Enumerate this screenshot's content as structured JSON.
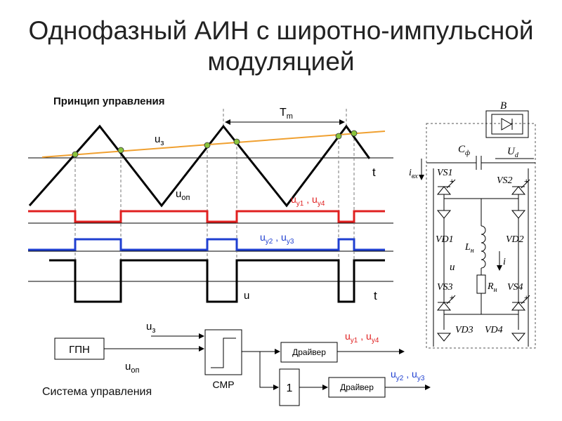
{
  "title": "Однофазный АИН с широтно-импульсной модуляцией",
  "waveforms": {
    "section_label": "Принцип управления",
    "period_label": "T",
    "period_sub": "m",
    "ref_label": "u",
    "ref_sub": "з",
    "carrier_label": "u",
    "carrier_sub": "оп",
    "s14_label": "u",
    "s14_sub1": "у1",
    "s14_sep": " , ",
    "s14_main2": "u",
    "s14_sub2": "у4",
    "s23_label": "u",
    "s23_sub1": "у2",
    "s23_sep": " , ",
    "s23_main2": "u",
    "s23_sub2": "у3",
    "out_label": "u",
    "t_label": "t",
    "colors": {
      "reference": "#f0a030",
      "marker": "#8ac43c",
      "s14": "#e02020",
      "s23": "#1f3fd0",
      "axis": "#000000"
    }
  },
  "control": {
    "gpn_label": "ГПН",
    "cmp_label": "CMP",
    "driver1_label": "Драйвер",
    "driver2_label": "Драйвер",
    "inverter_label": "1",
    "ref_label": "u",
    "ref_sub": "з",
    "carrier_label": "u",
    "carrier_sub": "оп",
    "out1_label": "u",
    "out1_sub1": "у1",
    "out1_sep": " , ",
    "out1_main2": "u",
    "out1_sub2": "у4",
    "out2_label": "u",
    "out2_sub1": "у2",
    "out2_sep": " , ",
    "out2_main2": "u",
    "out2_sub2": "у3",
    "caption": "Система управления"
  },
  "circuit": {
    "rectifier_label": "B",
    "cap_label": "C",
    "cap_sub": "ф",
    "voltage_label": "U",
    "voltage_sub": "d",
    "input_current": "i",
    "input_current_sub": "вх",
    "vs1": "VS1",
    "vs2": "VS2",
    "vs3": "VS3",
    "vs4": "VS4",
    "vd1": "VD1",
    "vd2": "VD2",
    "vd3": "VD3",
    "vd4": "VD4",
    "inductor_label": "L",
    "inductor_sub": "н",
    "resistor_label": "R",
    "resistor_sub": "н",
    "load_voltage": "u",
    "load_current": "i",
    "plus": "+"
  }
}
